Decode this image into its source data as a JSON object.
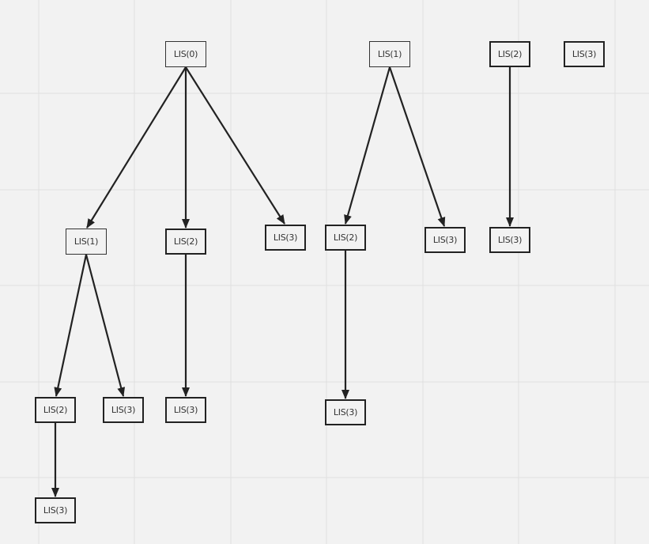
{
  "diagram": {
    "type": "recursion-tree",
    "colors": {
      "background": "#f2f2f2",
      "gridline": "#e0e0e0",
      "edge": "#222222",
      "node_border": "#222222",
      "text": "#333333"
    },
    "nodes": [
      {
        "id": "n0",
        "label": "LIS(0)"
      },
      {
        "id": "n1",
        "label": "LIS(1)"
      },
      {
        "id": "n2",
        "label": "LIS(2)"
      },
      {
        "id": "n3",
        "label": "LIS(3)"
      },
      {
        "id": "n4",
        "label": "LIS(2)"
      },
      {
        "id": "n5",
        "label": "LIS(3)"
      },
      {
        "id": "n6",
        "label": "LIS(3)"
      },
      {
        "id": "n7",
        "label": "LIS(3)"
      },
      {
        "id": "n8",
        "label": "LIS(1)"
      },
      {
        "id": "n9",
        "label": "LIS(2)"
      },
      {
        "id": "n10",
        "label": "LIS(3)"
      },
      {
        "id": "n11",
        "label": "LIS(3)"
      },
      {
        "id": "n12",
        "label": "LIS(2)"
      },
      {
        "id": "n13",
        "label": "LIS(3)"
      },
      {
        "id": "n14",
        "label": "LIS(3)"
      }
    ],
    "edges": [
      {
        "from": "n0",
        "to": "n1"
      },
      {
        "from": "n0",
        "to": "n2"
      },
      {
        "from": "n0",
        "to": "n3"
      },
      {
        "from": "n1",
        "to": "n4"
      },
      {
        "from": "n1",
        "to": "n5"
      },
      {
        "from": "n4",
        "to": "n6"
      },
      {
        "from": "n2",
        "to": "n7"
      },
      {
        "from": "n8",
        "to": "n9"
      },
      {
        "from": "n8",
        "to": "n10"
      },
      {
        "from": "n9",
        "to": "n11"
      },
      {
        "from": "n12",
        "to": "n13"
      }
    ]
  }
}
